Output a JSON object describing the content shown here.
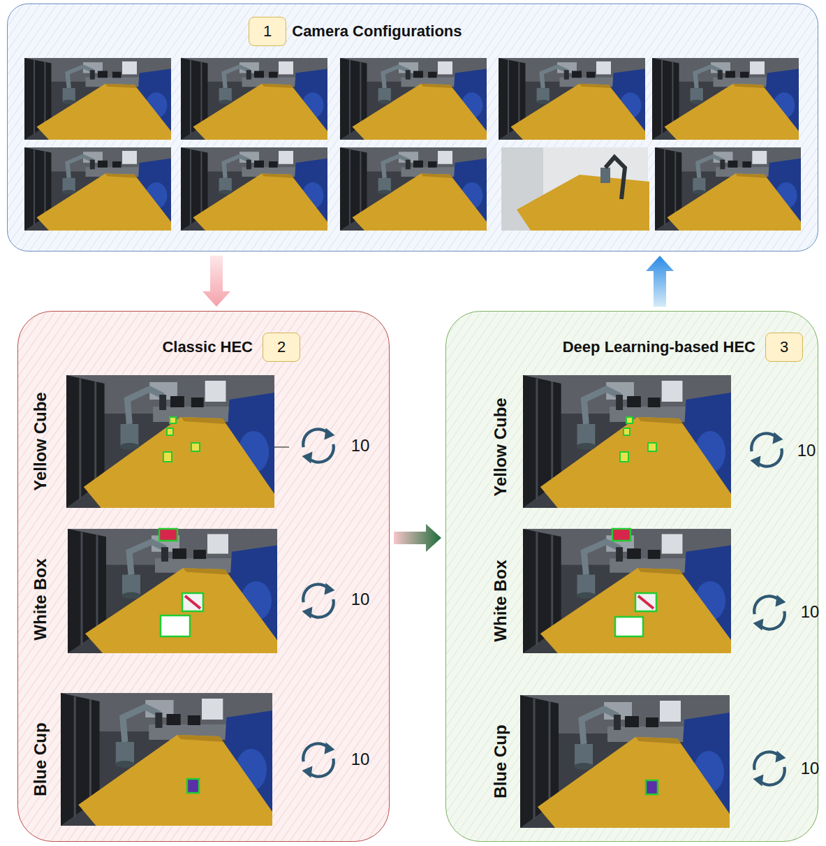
{
  "diagram": {
    "nodes": [
      {
        "text": [
          "Camera Configurations"
        ]
      },
      {
        "text": [
          "1"
        ],
        "in": 0
      },
      {
        "text": [
          "Classic HEC"
        ]
      },
      {
        "text": [
          "2"
        ],
        "in": 2
      },
      {
        "text": [
          "Deep Learning-based HEC"
        ]
      },
      {
        "text": [
          "3"
        ],
        "in": 4
      }
    ],
    "edges": [
      {
        "from": 0,
        "to": 2,
        "arrow": "to"
      },
      {
        "from": 2,
        "to": 4,
        "arrow": "to"
      },
      {
        "from": 4,
        "to": 0,
        "arrow": "to"
      }
    ],
    "labels": [
      "Yellow Cube",
      "10",
      "White Box",
      "10",
      "Blue Cup",
      "10",
      "Yellow Cube",
      "10",
      "White Box",
      "10",
      "Blue Cup",
      "10"
    ]
  }
}
